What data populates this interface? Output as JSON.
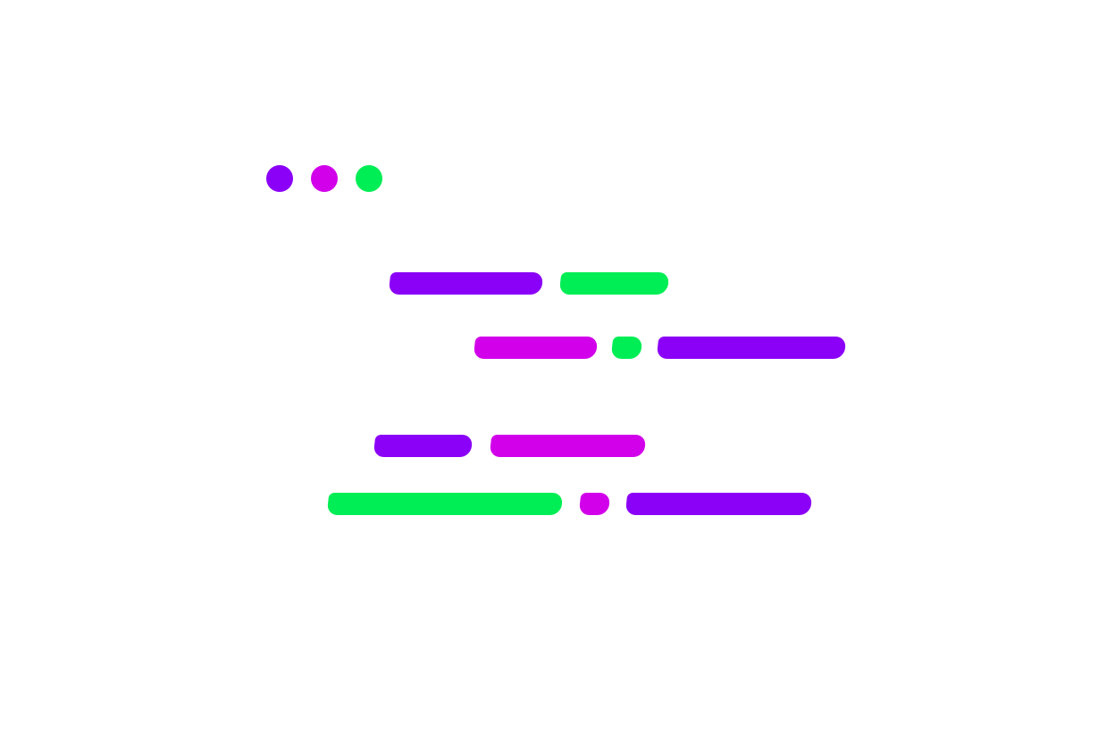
{
  "colors": {
    "background": "#ffffff",
    "purple": "#8b00f6",
    "magenta": "#d200ea",
    "green": "#00ee55"
  },
  "window_controls": [
    {
      "name": "purple-window-dot",
      "color": "purple"
    },
    {
      "name": "magenta-window-dot",
      "color": "magenta"
    },
    {
      "name": "green-window-dot",
      "color": "green"
    }
  ],
  "code_lines": [
    {
      "name": "code-line-1",
      "segments": [
        "purple",
        "green"
      ]
    },
    {
      "name": "code-line-2",
      "segments": [
        "magenta",
        "green",
        "purple"
      ]
    },
    {
      "name": "code-line-3",
      "segments": [
        "purple",
        "magenta"
      ]
    },
    {
      "name": "code-line-4",
      "segments": [
        "green",
        "magenta",
        "purple"
      ]
    }
  ]
}
